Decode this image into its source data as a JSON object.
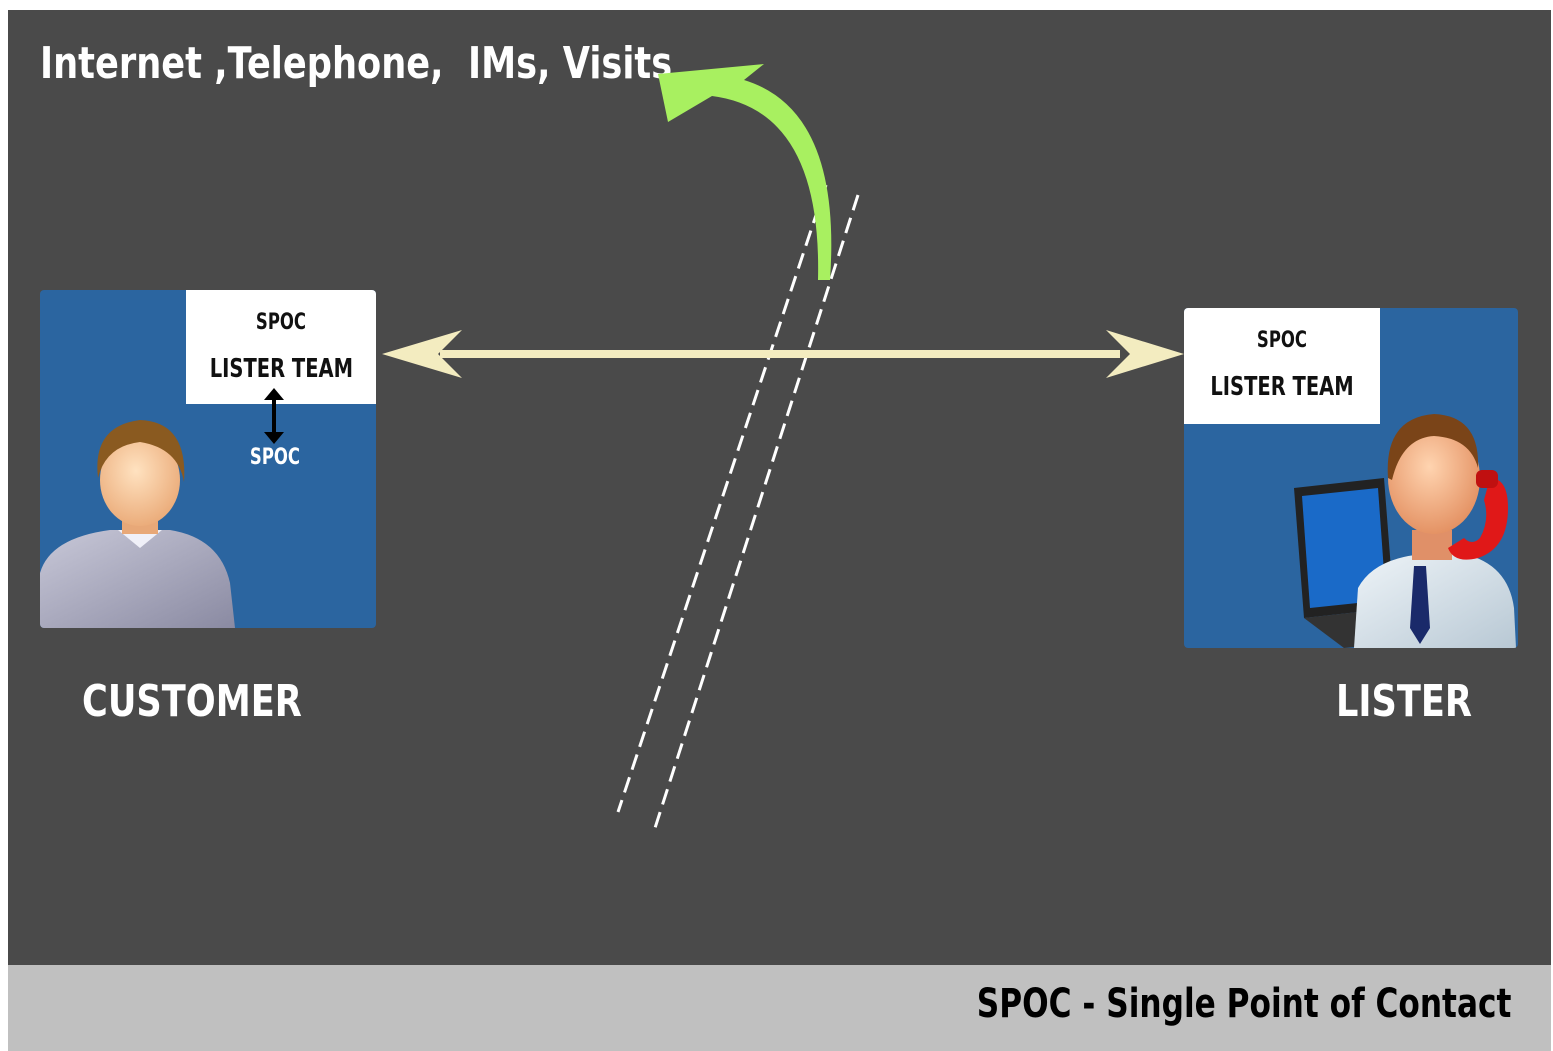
{
  "headline": "Internet ,Telephone,  IMs, Visits",
  "customer_card": {
    "spoc_label": "SPOC",
    "team_label": "LISTER TEAM",
    "inner_spoc_label": "SPOC",
    "caption": "CUSTOMER"
  },
  "lister_card": {
    "spoc_label": "SPOC",
    "team_label": "LISTER TEAM",
    "caption": "LISTER"
  },
  "footer": {
    "text": "SPOC - Single Point of Contact"
  },
  "colors": {
    "background": "#4a4a4a",
    "card_blue": "#2b65a0",
    "footer_gray": "#c0c0c0",
    "connector_arrow": "#f3ecc0",
    "curved_arrow": "#a8f060"
  },
  "icons": [
    "customer-avatar-icon",
    "lister-agent-icon",
    "curved-arrow-icon",
    "double-arrow-icon"
  ]
}
